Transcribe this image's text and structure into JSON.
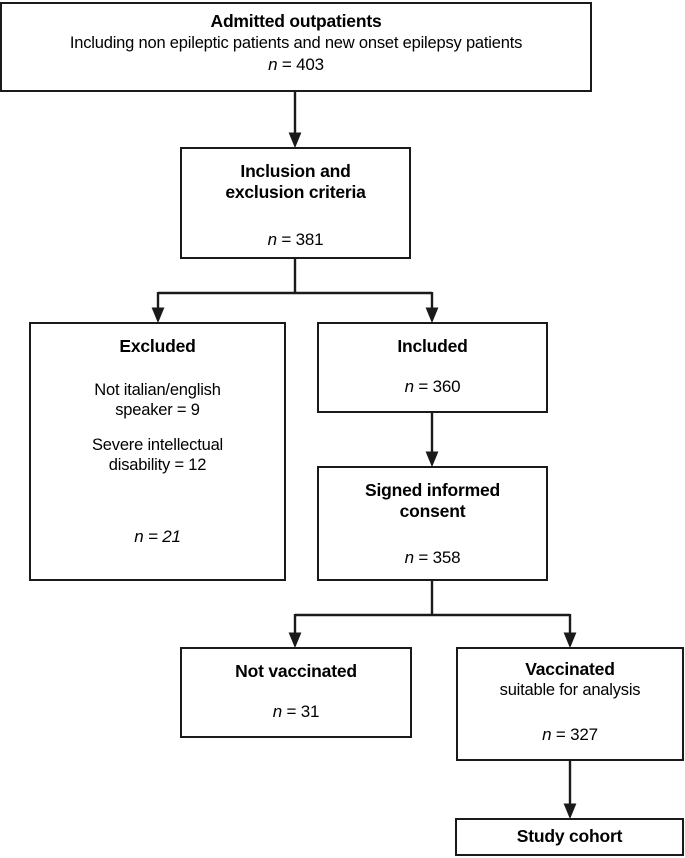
{
  "figure": {
    "type": "flowchart",
    "title": "Patient enrollment flow diagram",
    "orientation": "top-to-bottom",
    "colors": {
      "stroke": "#1a1a1a",
      "fill": "#ffffff",
      "text": "#000000"
    }
  },
  "nodes": {
    "admitted": {
      "title": "Admitted outpatients",
      "subtitle": "Including non epileptic patients and new onset epilepsy patients",
      "count_prefix": "n",
      "count_value": "= 403"
    },
    "criteria": {
      "title_line1": "Inclusion and",
      "title_line2": "exclusion criteria",
      "count_prefix": "n",
      "count_value": "= 381"
    },
    "excluded": {
      "title": "Excluded",
      "reason1_line1": "Not italian/english",
      "reason1_line2": "speaker = 9",
      "reason2_line1": "Severe intellectual",
      "reason2_line2": "disability = 12",
      "count": "n = 21"
    },
    "included": {
      "title": "Included",
      "count_prefix": "n",
      "count_value": "= 360"
    },
    "consent": {
      "title_line1": "Signed informed",
      "title_line2": "consent",
      "count_prefix": "n",
      "count_value": "= 358"
    },
    "not_vaccinated": {
      "title": "Not vaccinated",
      "count_prefix": "n",
      "count_value": "= 31"
    },
    "vaccinated": {
      "title": "Vaccinated",
      "subtitle": "suitable for analysis",
      "count_prefix": "n",
      "count_value": "= 327"
    },
    "study_cohort": {
      "title": "Study cohort"
    }
  },
  "edges": [
    {
      "name": "admitted-to-criteria",
      "from": "admitted",
      "to": "criteria",
      "style": "straight-arrow"
    },
    {
      "name": "criteria-split",
      "from": "criteria",
      "to": "excluded,included",
      "style": "bracket-split"
    },
    {
      "name": "included-to-consent",
      "from": "included",
      "to": "consent",
      "style": "straight-arrow"
    },
    {
      "name": "consent-split",
      "from": "consent",
      "to": "not_vaccinated,vaccinated",
      "style": "bracket-split"
    },
    {
      "name": "vaccinated-to-study-cohort",
      "from": "vaccinated",
      "to": "study_cohort",
      "style": "straight-arrow"
    }
  ]
}
